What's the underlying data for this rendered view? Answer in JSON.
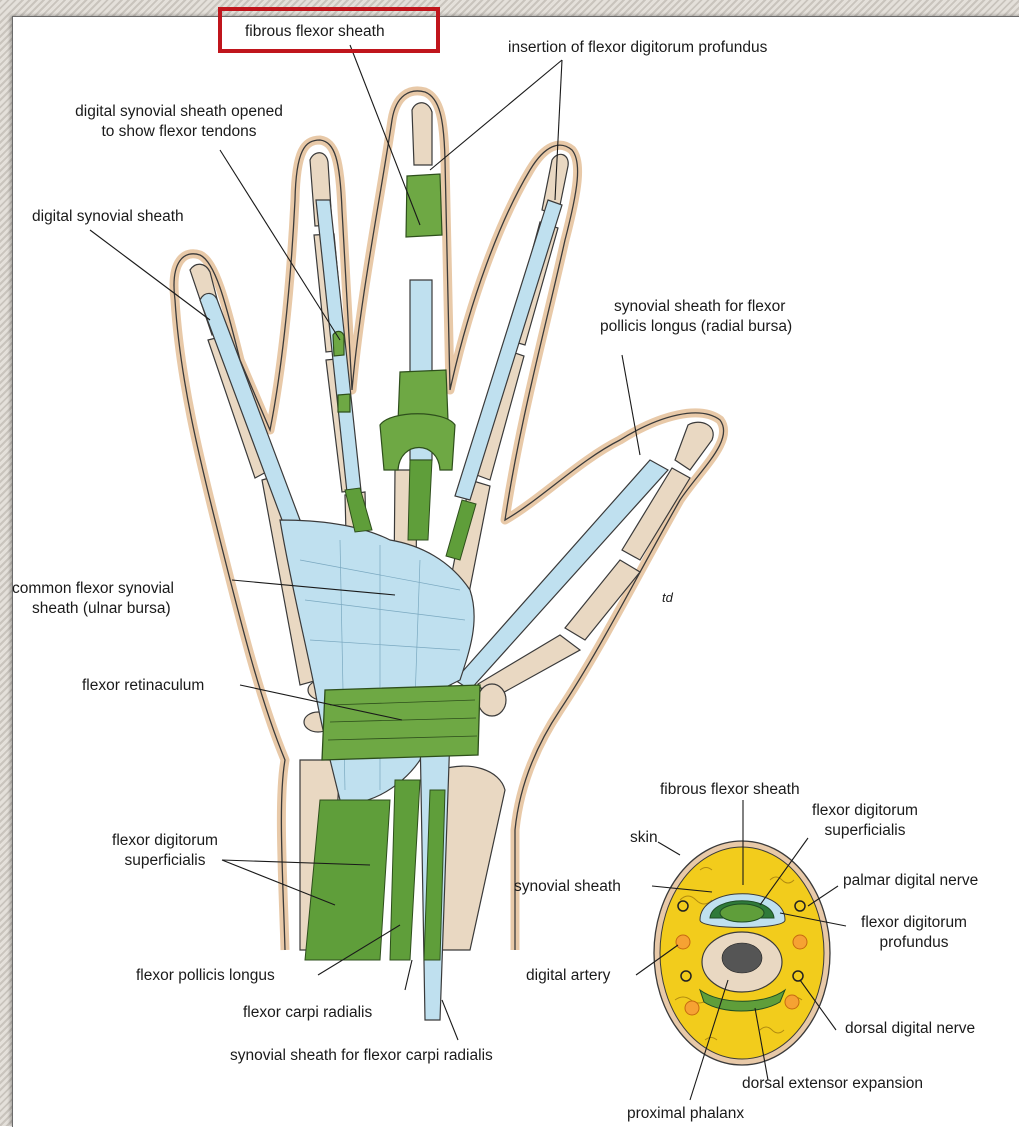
{
  "diagram": {
    "highlight_color": "#c0151c",
    "colors": {
      "synovial": "#bfe0ef",
      "tendon_green": "#5f9e3a",
      "bone": "#e9d8c2",
      "skin_outline": "#e8c9a8",
      "cross_section_yellow": "#f2cc1c"
    },
    "hand_labels": {
      "fibrous_flexor_sheath": "fibrous flexor sheath",
      "insertion_fdp": "insertion of flexor digitorum profundus",
      "digital_synovial_opened_l1": "digital synovial sheath opened",
      "digital_synovial_opened_l2": "to show flexor tendons",
      "digital_synovial_sheath": "digital synovial sheath",
      "synovial_fpl_l1": "synovial sheath for flexor",
      "synovial_fpl_l2": "pollicis longus (radial bursa)",
      "common_flexor_l1": "common flexor synovial",
      "common_flexor_l2": "sheath (ulnar bursa)",
      "flexor_retinaculum": "flexor retinaculum",
      "fds_l1": "flexor digitorum",
      "fds_l2": "superficialis",
      "fpl": "flexor pollicis longus",
      "fcr": "flexor carpi radialis",
      "synovial_fcr": "synovial sheath for flexor carpi radialis",
      "signature": "td"
    },
    "section_labels": {
      "fibrous_flexor_sheath": "fibrous flexor sheath",
      "fds_l1": "flexor digitorum",
      "fds_l2": "superficialis",
      "skin": "skin",
      "palmar_digital_nerve": "palmar digital nerve",
      "synovial_sheath": "synovial sheath",
      "fdp_l1": "flexor digitorum",
      "fdp_l2": "profundus",
      "digital_artery": "digital artery",
      "dorsal_digital_nerve": "dorsal digital nerve",
      "dorsal_extensor_expansion": "dorsal extensor expansion",
      "proximal_phalanx": "proximal phalanx"
    }
  }
}
